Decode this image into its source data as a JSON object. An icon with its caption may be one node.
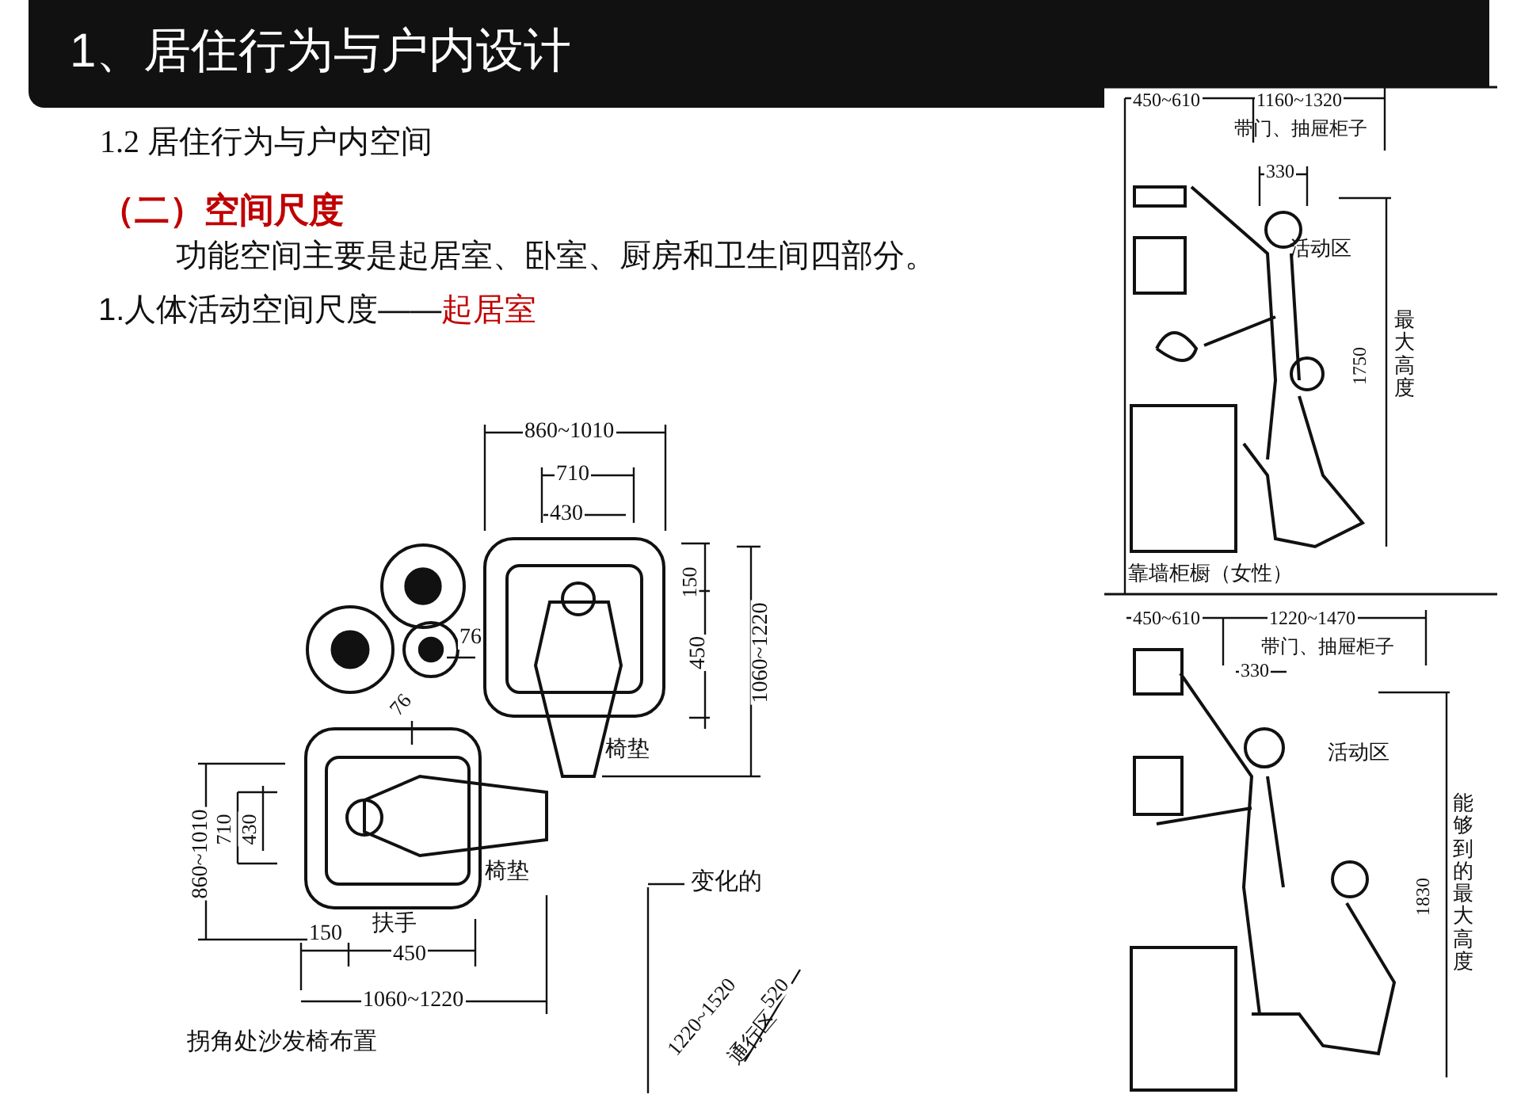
{
  "diagram": {
    "title": "1、居住行为与户内设计",
    "labels": [
      "1.2 居住行为与户内空间",
      "（二）空间尺度",
      "功能空间主要是起居室、卧室、厨房和卫生间四部分。",
      "1.人体活动空间尺度——",
      "起居室",
      "860~1010",
      "710",
      "430",
      "150",
      "450",
      "1060~1220",
      "76",
      "76",
      "椅垫",
      "860~1010",
      "710",
      "430",
      "扶手",
      "椅垫",
      "150",
      "450",
      "1060~1220",
      "拐角处沙发椅布置",
      "变化的",
      "1220~1520",
      "通行区",
      "520",
      "450~610",
      "1160~1320",
      "带门、抽屉柜子",
      "330",
      "活动区",
      "1750",
      "最大高度",
      "靠墙柜橱（女性）",
      "450~610",
      "1220~1470",
      "带门、抽屉柜子",
      "330",
      "活动区",
      "1830",
      "能够到的最大高度"
    ]
  }
}
